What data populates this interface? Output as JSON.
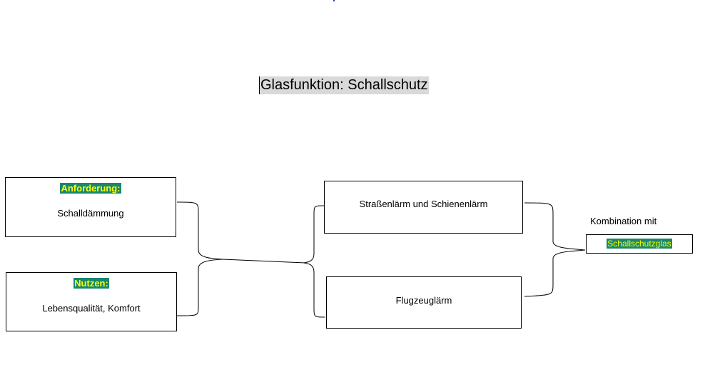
{
  "title": "Glasfunktion: Schallschutz",
  "requirement": {
    "tag": "Anforderung:",
    "text": "Schalldämmung"
  },
  "benefit": {
    "tag": "Nutzen:",
    "text": "Lebensqualität, Komfort"
  },
  "noise_sources": [
    "Straßenlärm und Schienenlärm",
    "Flugzeuglärm"
  ],
  "combination": {
    "label": "Kombination mit",
    "value": "Schallschutzglas"
  },
  "colors": {
    "highlight_bg": "#17876f",
    "highlight_text": "#ffff00",
    "title_bg": "#d9d9d9"
  }
}
